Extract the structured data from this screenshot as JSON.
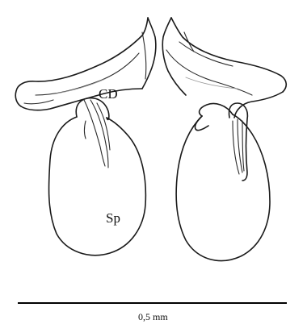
{
  "labels": {
    "copulatory_duct": "CD",
    "spermatheca": "Sp"
  },
  "scale_bar": {
    "text": "0,5 mm"
  }
}
